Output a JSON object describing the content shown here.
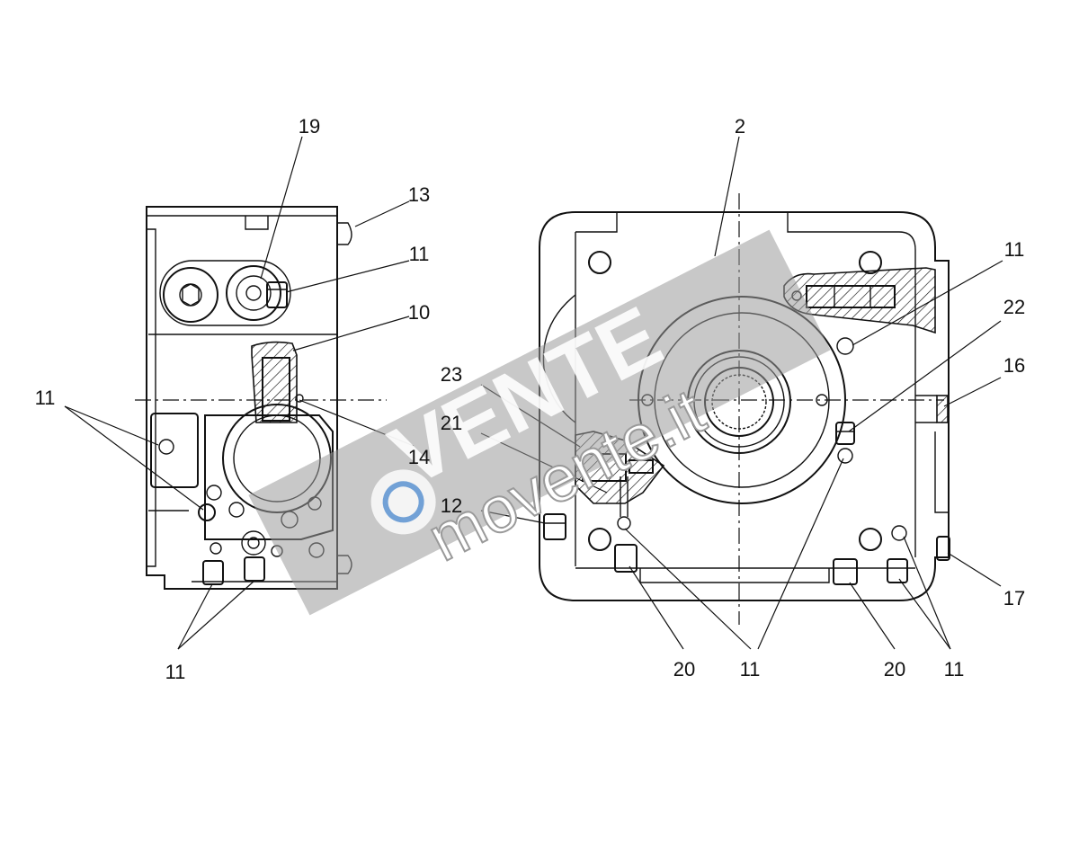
{
  "callouts": {
    "left_19": "19",
    "left_13": "13",
    "left_11_top": "11",
    "left_10": "10",
    "left_11_side": "11",
    "left_14": "14",
    "left_11_bottom": "11",
    "right_2": "2",
    "right_11_top": "11",
    "right_22": "22",
    "right_16": "16",
    "right_23": "23",
    "right_21": "21",
    "right_12": "12",
    "right_17": "17",
    "right_20_left": "20",
    "right_11_mid": "11",
    "right_20_right": "20",
    "right_11_right": "11"
  },
  "watermark": {
    "brand_top": "VENTE",
    "brand_bottom": "movente.it"
  },
  "colors": {
    "line": "#111111",
    "watermark": "#9a9a9a"
  }
}
